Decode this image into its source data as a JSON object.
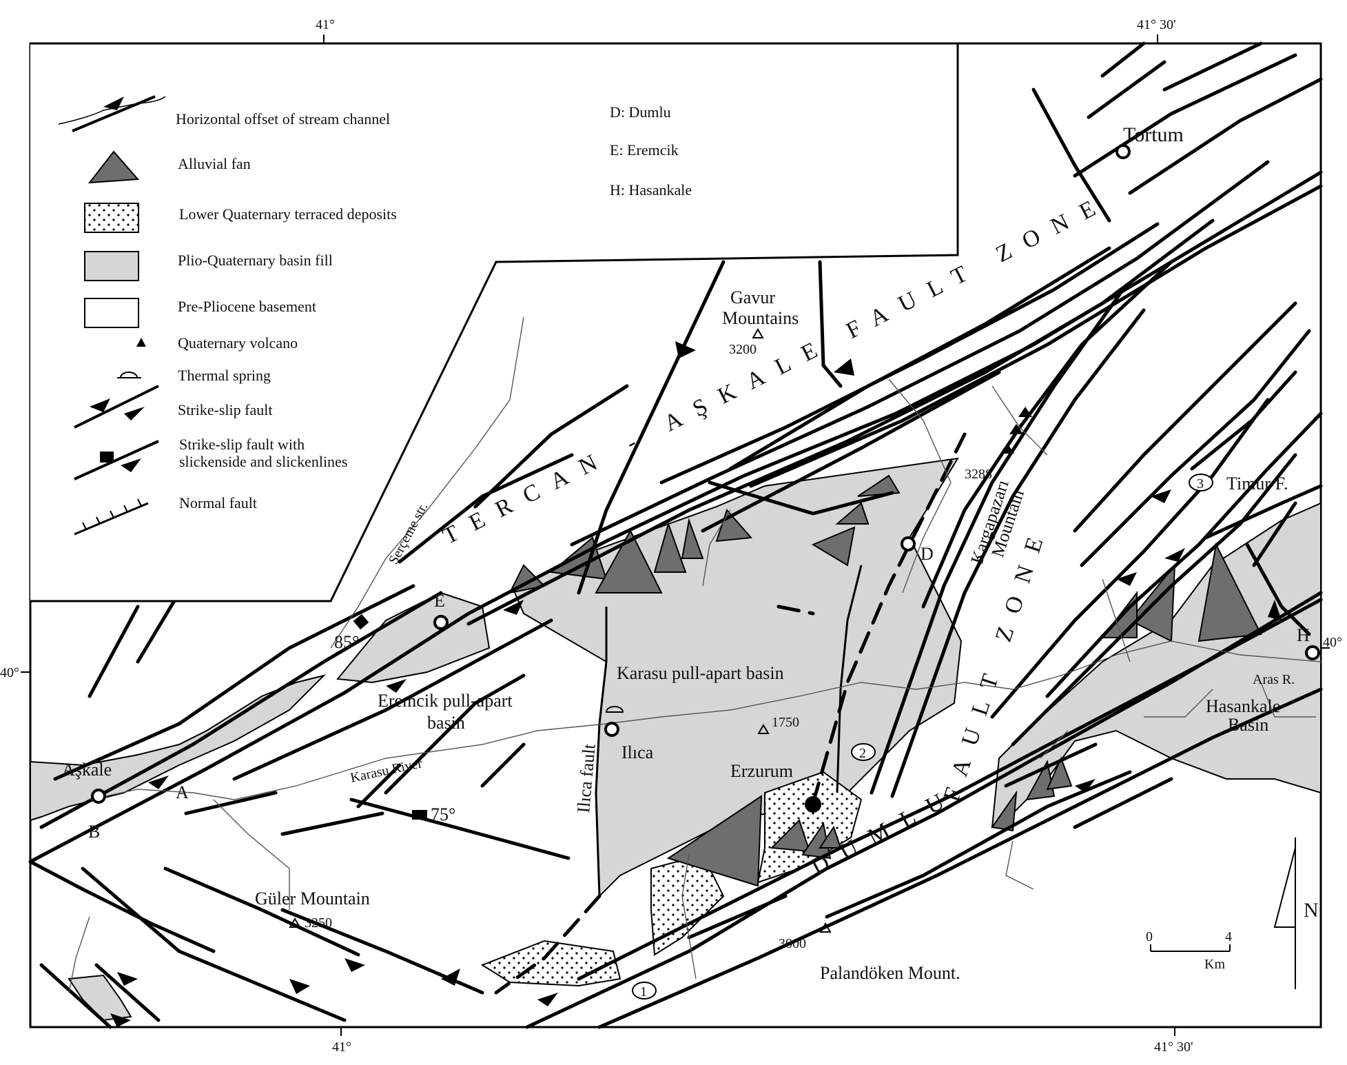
{
  "coordinates": {
    "top_left": "41°",
    "top_right": "41° 30'",
    "bottom_left": "41°",
    "bottom_right": "41° 30'",
    "left_lat": "40°",
    "right_lat": "40°"
  },
  "legend": {
    "items": [
      {
        "label": "Horizontal offset of stream channel",
        "icon": "stream-offset-icon"
      },
      {
        "label": "Alluvial fan",
        "icon": "alluvial-fan-icon"
      },
      {
        "label": "Lower Quaternary terraced deposits",
        "icon": "dotted-box-icon"
      },
      {
        "label": "Plio-Quaternary basin fill",
        "icon": "gray-box-icon"
      },
      {
        "label": "Pre-Pliocene basement",
        "icon": "white-box-icon"
      },
      {
        "label": "Quaternary volcano",
        "icon": "volcano-icon"
      },
      {
        "label": "Thermal spring",
        "icon": "thermal-spring-icon"
      },
      {
        "label": "Strike-slip fault",
        "icon": "strike-slip-icon"
      },
      {
        "label": "Strike-slip fault with",
        "label2": "slickenside and slickenlines",
        "icon": "slickenside-fault-icon"
      },
      {
        "label": "Normal fault",
        "icon": "normal-fault-icon"
      }
    ],
    "abbreviations": [
      "D: Dumlu",
      "E: Eremcik",
      "H: Hasankale"
    ]
  },
  "labels": {
    "tortum": "Tortum",
    "gavur1": "Gavur",
    "gavur2": "Mountains",
    "gavur_elev": "3200",
    "tercan": "TERCAN - AŞKALE FAULT ZONE",
    "sercem": "Serçeme str.",
    "elev_3288": "3288",
    "kargapazari1": "Kargapazarı",
    "kargapazari2": "Mountain",
    "timur": "Timur F.",
    "h": "H",
    "aras": "Aras R.",
    "hasankale1": "Hasankale",
    "hasankale2": "Basin",
    "e": "E",
    "d": "D",
    "dip85": "85°",
    "eremcik1": "Eremcik pull-apart",
    "eremcik2": "basin",
    "karasu_basin": "Karasu pull-apart basin",
    "elev_1750": "1750",
    "ilica": "Ilıca",
    "ilica_fault": "Ilıca fault",
    "askale": "Aşkale",
    "a": "A",
    "b": "B",
    "karasu_river": "Karasu River",
    "dip75": "75°",
    "erzurum": "Erzurum",
    "dumlu_zone": "DUMLU FAULT ZONE",
    "dumlu": "DUMLU",
    "fault_zone": "FAULT ZONE",
    "guler": "Güler Mountain",
    "guler_elev": "3250",
    "elev_3000": "3000",
    "palandoken": "Palandöken Mount.",
    "n1": "1",
    "n2": "2",
    "n3": "3",
    "north": "N",
    "scale_0": "0",
    "scale_4": "4",
    "scale_unit": "Km"
  },
  "colors": {
    "basin_fill": "#d6d6d6",
    "fan_fill": "#6e6e6e",
    "line": "#000000"
  }
}
